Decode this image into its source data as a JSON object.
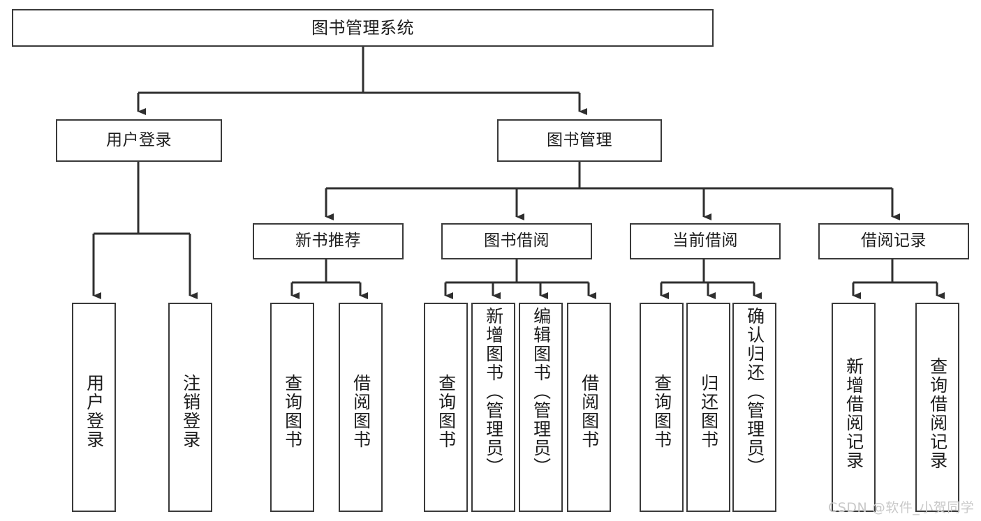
{
  "diagram": {
    "title": "图书管理系统",
    "type": "功能结构图",
    "colors": {
      "box_border": "#3a3a3a",
      "box_fill": "#ffffff",
      "connector": "#2f2f2f",
      "text": "#1c1c1c",
      "watermark": "#c9c9c9"
    },
    "watermark": "CSDN @软件_小贺同学",
    "levels": {
      "level1": [
        "图书管理系统"
      ],
      "level2": [
        "用户登录",
        "图书管理"
      ],
      "level3": [
        "新书推荐",
        "图书借阅",
        "当前借阅",
        "借阅记录"
      ],
      "level4": [
        "用户登录",
        "注销登录",
        "查询图书",
        "借阅图书",
        "查询图书",
        "新增图书（管理员）",
        "编辑图书（管理员）",
        "借阅图书",
        "查询图书",
        "归还图书",
        "确认归还（管理员）",
        "新增借阅记录",
        "查询借阅记录"
      ]
    },
    "nodes": {
      "root": {
        "label": "图书管理系统"
      },
      "user_login": {
        "label": "用户登录"
      },
      "book_manage": {
        "label": "图书管理"
      },
      "new_book_rec": {
        "label": "新书推荐"
      },
      "book_borrow": {
        "label": "图书借阅"
      },
      "current_borrow": {
        "label": "当前借阅"
      },
      "borrow_record": {
        "label": "借阅记录"
      },
      "leaf_user_login": {
        "label": "用户登录"
      },
      "leaf_logout": {
        "label": "注销登录"
      },
      "leaf_query_book_a": {
        "label": "查询图书"
      },
      "leaf_borrow_book_a": {
        "label": "借阅图书"
      },
      "leaf_query_book_b": {
        "label": "查询图书"
      },
      "leaf_add_book": {
        "label": "新增图书（管理员）"
      },
      "leaf_edit_book": {
        "label": "编辑图书（管理员）"
      },
      "leaf_borrow_book_b": {
        "label": "借阅图书"
      },
      "leaf_query_book_c": {
        "label": "查询图书"
      },
      "leaf_return_book": {
        "label": "归还图书"
      },
      "leaf_confirm_return": {
        "label": "确认归还（管理员）"
      },
      "leaf_add_record": {
        "label": "新增借阅记录"
      },
      "leaf_query_record": {
        "label": "查询借阅记录"
      }
    },
    "edges": [
      {
        "from": "图书管理系统",
        "to": "用户登录"
      },
      {
        "from": "图书管理系统",
        "to": "图书管理"
      },
      {
        "from": "用户登录",
        "to": "用户登录"
      },
      {
        "from": "用户登录",
        "to": "注销登录"
      },
      {
        "from": "图书管理",
        "to": "新书推荐"
      },
      {
        "from": "图书管理",
        "to": "图书借阅"
      },
      {
        "from": "图书管理",
        "to": "当前借阅"
      },
      {
        "from": "图书管理",
        "to": "借阅记录"
      },
      {
        "from": "新书推荐",
        "to": "查询图书"
      },
      {
        "from": "新书推荐",
        "to": "借阅图书"
      },
      {
        "from": "图书借阅",
        "to": "查询图书"
      },
      {
        "from": "图书借阅",
        "to": "新增图书（管理员）"
      },
      {
        "from": "图书借阅",
        "to": "编辑图书（管理员）"
      },
      {
        "from": "图书借阅",
        "to": "借阅图书"
      },
      {
        "from": "当前借阅",
        "to": "查询图书"
      },
      {
        "from": "当前借阅",
        "to": "归还图书"
      },
      {
        "from": "当前借阅",
        "to": "确认归还（管理员）"
      },
      {
        "from": "借阅记录",
        "to": "新增借阅记录"
      },
      {
        "from": "借阅记录",
        "to": "查询借阅记录"
      }
    ]
  }
}
